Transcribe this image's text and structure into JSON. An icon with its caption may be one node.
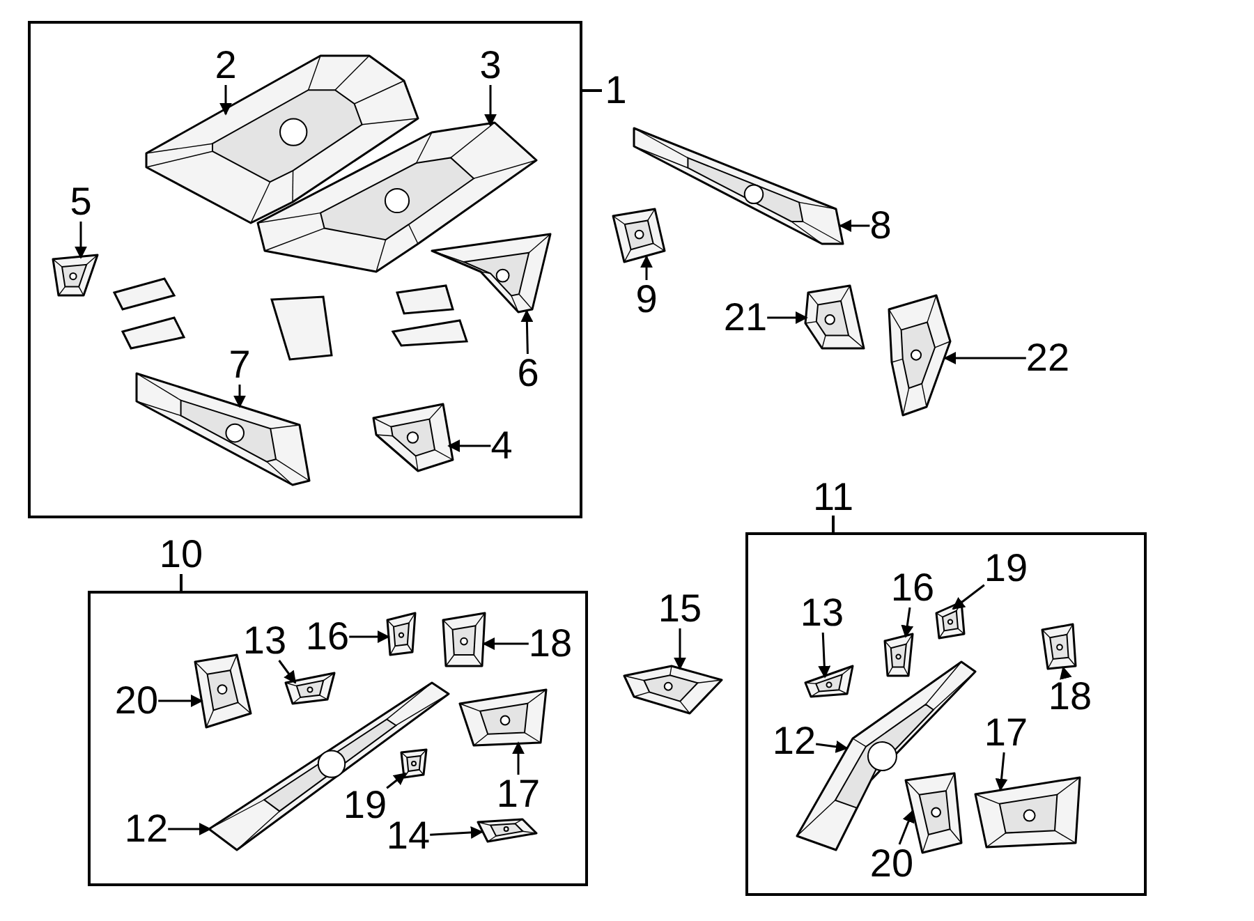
{
  "diagram": {
    "nodes": [
      {
        "text": [
          "1"
        ]
      },
      {
        "text": [
          "2"
        ],
        "in": 0
      },
      {
        "text": [
          "3"
        ],
        "in": 0
      },
      {
        "text": [
          "5"
        ],
        "in": 0
      },
      {
        "text": [
          "7"
        ],
        "in": 0
      },
      {
        "text": [
          "6"
        ],
        "in": 0
      },
      {
        "text": [
          "4"
        ],
        "in": 0
      },
      {
        "text": [
          "8"
        ]
      },
      {
        "text": [
          "9"
        ]
      },
      {
        "text": [
          "21"
        ]
      },
      {
        "text": [
          "22"
        ]
      },
      {
        "text": [
          "10"
        ]
      },
      {
        "text": [
          "13"
        ],
        "in": 11
      },
      {
        "text": [
          "16"
        ],
        "in": 11
      },
      {
        "text": [
          "18"
        ],
        "in": 11
      },
      {
        "text": [
          "20"
        ],
        "in": 11
      },
      {
        "text": [
          "17"
        ],
        "in": 11
      },
      {
        "text": [
          "19"
        ],
        "in": 11
      },
      {
        "text": [
          "12"
        ],
        "in": 11
      },
      {
        "text": [
          "14"
        ],
        "in": 11
      },
      {
        "text": [
          "15"
        ]
      },
      {
        "text": [
          "11"
        ]
      },
      {
        "text": [
          "13"
        ],
        "in": 21
      },
      {
        "text": [
          "16"
        ],
        "in": 21
      },
      {
        "text": [
          "19"
        ],
        "in": 21
      },
      {
        "text": [
          "18"
        ],
        "in": 21
      },
      {
        "text": [
          "12"
        ],
        "in": 21
      },
      {
        "text": [
          "17"
        ],
        "in": 21
      },
      {
        "text": [
          "20"
        ],
        "in": 21
      },
      {
        "text": [],
        "shape": "picture",
        "in": 0
      },
      {
        "text": [],
        "shape": "picture",
        "in": 0
      },
      {
        "text": [],
        "shape": "picture",
        "in": 0
      },
      {
        "text": [],
        "shape": "picture",
        "in": 0
      },
      {
        "text": [],
        "shape": "picture",
        "in": 0
      },
      {
        "text": [],
        "shape": "picture",
        "in": 0
      },
      {
        "text": [],
        "shape": "picture"
      },
      {
        "text": [],
        "shape": "picture"
      },
      {
        "text": [],
        "shape": "picture"
      },
      {
        "text": [],
        "shape": "picture"
      },
      {
        "text": [],
        "shape": "picture",
        "in": 11
      },
      {
        "text": [],
        "shape": "picture",
        "in": 11
      },
      {
        "text": [],
        "shape": "picture",
        "in": 11
      },
      {
        "text": [],
        "shape": "picture",
        "in": 11
      },
      {
        "text": [],
        "shape": "picture",
        "in": 11
      },
      {
        "text": [],
        "shape": "picture",
        "in": 11
      },
      {
        "text": [],
        "shape": "picture",
        "in": 11
      },
      {
        "text": [],
        "shape": "picture",
        "in": 11
      },
      {
        "text": [],
        "shape": "picture"
      },
      {
        "text": [],
        "shape": "picture",
        "in": 21
      },
      {
        "text": [],
        "shape": "picture",
        "in": 21
      },
      {
        "text": [],
        "shape": "picture",
        "in": 21
      },
      {
        "text": [],
        "shape": "picture",
        "in": 21
      },
      {
        "text": [],
        "shape": "picture",
        "in": 21
      },
      {
        "text": [],
        "shape": "picture",
        "in": 21
      },
      {
        "text": [],
        "shape": "picture",
        "in": 21
      }
    ],
    "edges": [
      {
        "from": 1,
        "to": 29,
        "arrow": "to"
      },
      {
        "from": 2,
        "to": 30,
        "arrow": "to"
      },
      {
        "from": 3,
        "to": 31,
        "arrow": "to"
      },
      {
        "from": 4,
        "to": 32,
        "arrow": "to"
      },
      {
        "from": 5,
        "to": 33,
        "arrow": "to"
      },
      {
        "from": 6,
        "to": 34,
        "arrow": "to"
      },
      {
        "from": 7,
        "to": 35,
        "arrow": "to"
      },
      {
        "from": 8,
        "to": 36,
        "arrow": "to"
      },
      {
        "from": 9,
        "to": 37,
        "arrow": "to"
      },
      {
        "from": 10,
        "to": 38,
        "arrow": "to"
      },
      {
        "from": 12,
        "to": 39,
        "arrow": "to"
      },
      {
        "from": 13,
        "to": 40,
        "arrow": "to"
      },
      {
        "from": 14,
        "to": 41,
        "arrow": "to"
      },
      {
        "from": 15,
        "to": 42,
        "arrow": "to"
      },
      {
        "from": 16,
        "to": 43,
        "arrow": "to"
      },
      {
        "from": 17,
        "to": 44,
        "arrow": "to"
      },
      {
        "from": 18,
        "to": 45,
        "arrow": "to"
      },
      {
        "from": 19,
        "to": 46,
        "arrow": "to"
      },
      {
        "from": 20,
        "to": 47,
        "arrow": "to"
      },
      {
        "from": 22,
        "to": 48,
        "arrow": "to"
      },
      {
        "from": 23,
        "to": 49,
        "arrow": "to"
      },
      {
        "from": 24,
        "to": 50,
        "arrow": "to"
      },
      {
        "from": 25,
        "to": 51,
        "arrow": "to"
      },
      {
        "from": 26,
        "to": 52,
        "arrow": "to"
      },
      {
        "from": 27,
        "to": 53,
        "arrow": "to"
      },
      {
        "from": 28,
        "to": 54,
        "arrow": "to"
      }
    ]
  }
}
